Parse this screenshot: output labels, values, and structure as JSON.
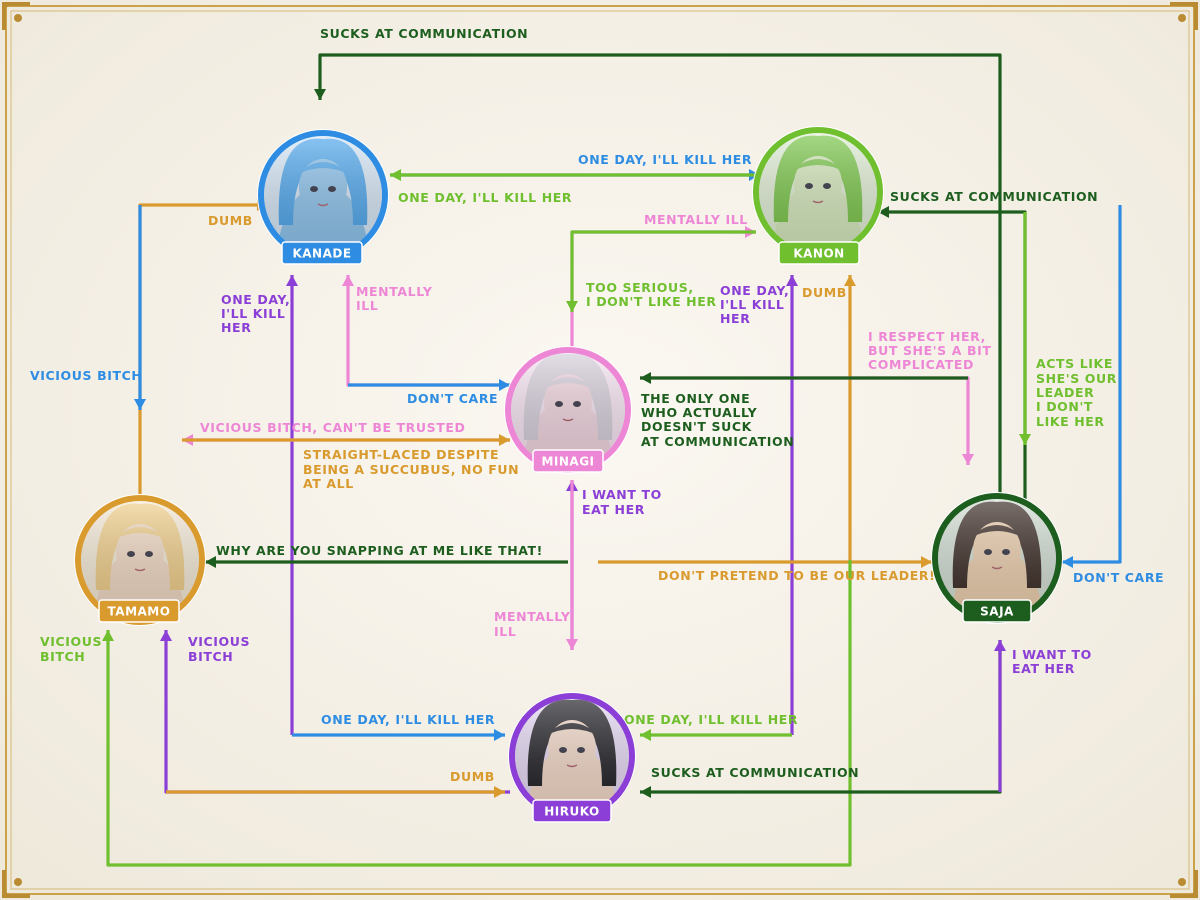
{
  "colors": {
    "kanade": "#2e8de3",
    "kanon": "#6fbf2e",
    "minagi": "#ee86d6",
    "tamamo": "#d99a2e",
    "saja": "#1d5e1f",
    "hiruko": "#8b3fd6",
    "background": "#f7f3ec",
    "frame": "#c9a24a"
  },
  "characters": {
    "kanade": {
      "name": "KANADE"
    },
    "kanon": {
      "name": "KANON"
    },
    "minagi": {
      "name": "MINAGI"
    },
    "tamamo": {
      "name": "TAMAMO"
    },
    "saja": {
      "name": "SAJA"
    },
    "hiruko": {
      "name": "HIRUKO"
    }
  },
  "relations": [
    {
      "from": "Saja",
      "to": "Kanade",
      "label": [
        "SUCKS AT COMMUNICATION"
      ]
    },
    {
      "from": "Kanade",
      "to": "Kanon",
      "label": [
        "ONE DAY, I'LL KILL HER"
      ]
    },
    {
      "from": "Kanon",
      "to": "Kanade",
      "label": [
        "ONE DAY, I'LL KILL HER"
      ]
    },
    {
      "from": "Tamamo",
      "to": "Kanade",
      "label": [
        "DUMB"
      ]
    },
    {
      "from": "Saja",
      "to": "Kanon",
      "label": [
        "SUCKS AT COMMUNICATION"
      ]
    },
    {
      "from": "Minagi",
      "to": "Kanon",
      "label": [
        "MENTALLY ILL"
      ]
    },
    {
      "from": "Kanon",
      "to": "Minagi",
      "label": [
        "TOO SERIOUS,",
        "I DON'T LIKE HER"
      ]
    },
    {
      "from": "Hiruko",
      "to": "Kanade",
      "label": [
        "ONE DAY,",
        "I'LL KILL",
        "HER"
      ]
    },
    {
      "from": "Minagi",
      "to": "Kanade",
      "label": [
        "MENTALLY",
        "ILL"
      ]
    },
    {
      "from": "Hiruko",
      "to": "Kanon",
      "label": [
        "ONE DAY,",
        "I'LL KILL",
        "HER"
      ]
    },
    {
      "from": "Tamamo",
      "to": "Kanon",
      "label": [
        "DUMB"
      ]
    },
    {
      "from": "Minagi",
      "to": "Saja",
      "label": [
        "I RESPECT HER,",
        "BUT SHE'S A BIT",
        "COMPLICATED"
      ]
    },
    {
      "from": "Kanon",
      "to": "Saja",
      "label": [
        "ACTS LIKE",
        "SHE'S OUR",
        "LEADER",
        "I DON'T",
        "LIKE HER"
      ]
    },
    {
      "from": "Kanade",
      "to": "Tamamo",
      "label": [
        "VICIOUS BITCH"
      ]
    },
    {
      "from": "Kanade",
      "to": "Minagi",
      "label": [
        "DON'T CARE"
      ]
    },
    {
      "from": "Saja",
      "to": "Minagi",
      "label": [
        "THE ONLY ONE",
        "WHO ACTUALLY",
        "DOESN'T SUCK",
        "AT COMMUNICATION"
      ]
    },
    {
      "from": "Minagi",
      "to": "Tamamo",
      "label": [
        "VICIOUS BITCH, CAN'T BE TRUSTED"
      ]
    },
    {
      "from": "Tamamo",
      "to": "Minagi",
      "label": [
        "STRAIGHT-LACED DESPITE",
        "BEING A SUCCUBUS, NO FUN",
        "AT ALL"
      ]
    },
    {
      "from": "Hiruko",
      "to": "Minagi",
      "label": [
        "I WANT TO",
        "EAT HER"
      ]
    },
    {
      "from": "Saja",
      "to": "Tamamo",
      "label": [
        "WHY ARE YOU SNAPPING AT ME LIKE THAT!"
      ]
    },
    {
      "from": "Tamamo",
      "to": "Saja",
      "label": [
        "DON'T PRETEND TO BE OUR LEADER!"
      ]
    },
    {
      "from": "Kanade",
      "to": "Saja",
      "label": [
        "DON'T CARE"
      ]
    },
    {
      "from": "Minagi",
      "to": "Hiruko",
      "label": [
        "MENTALLY",
        "ILL"
      ]
    },
    {
      "from": "Kanon",
      "to": "Tamamo",
      "label": [
        "VICIOUS",
        "BITCH"
      ]
    },
    {
      "from": "Hiruko",
      "to": "Tamamo",
      "label": [
        "VICIOUS",
        "BITCH"
      ]
    },
    {
      "from": "Kanade",
      "to": "Hiruko",
      "label": [
        "ONE DAY, I'LL KILL HER"
      ]
    },
    {
      "from": "Kanon",
      "to": "Hiruko",
      "label": [
        "ONE DAY, I'LL KILL HER"
      ]
    },
    {
      "from": "Tamamo",
      "to": "Hiruko",
      "label": [
        "DUMB"
      ]
    },
    {
      "from": "Saja",
      "to": "Hiruko",
      "label": [
        "SUCKS AT COMMUNICATION"
      ]
    },
    {
      "from": "Hiruko",
      "to": "Saja",
      "label": [
        "I WANT TO",
        "EAT HER"
      ]
    }
  ]
}
